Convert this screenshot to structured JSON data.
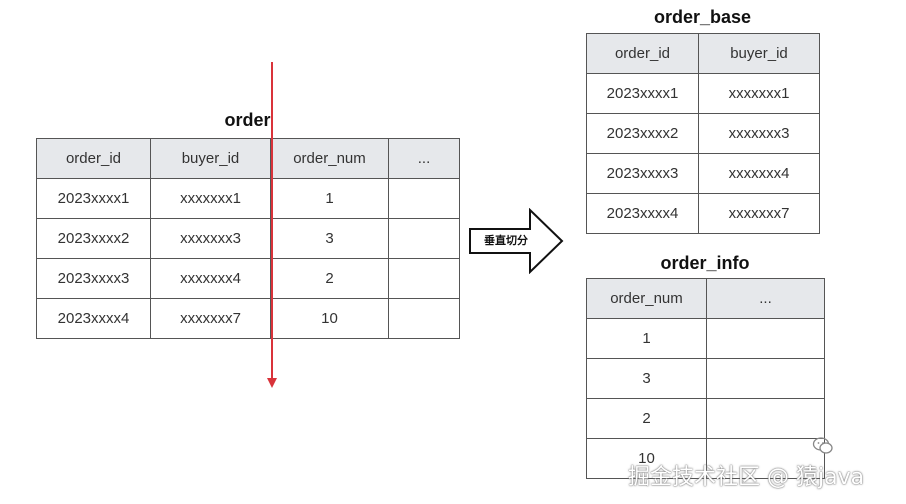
{
  "order": {
    "title": "order",
    "headers": [
      "order_id",
      "buyer_id",
      "order_num",
      "..."
    ],
    "rows": [
      [
        "2023xxxx1",
        "xxxxxxx1",
        "1",
        ""
      ],
      [
        "2023xxxx2",
        "xxxxxxx3",
        "3",
        ""
      ],
      [
        "2023xxxx3",
        "xxxxxxx4",
        "2",
        ""
      ],
      [
        "2023xxxx4",
        "xxxxxxx7",
        "10",
        ""
      ]
    ]
  },
  "split": {
    "label": "垂直切分",
    "line_color": "#d9333a"
  },
  "order_base": {
    "title": "order_base",
    "headers": [
      "order_id",
      "buyer_id"
    ],
    "rows": [
      [
        "2023xxxx1",
        "xxxxxxx1"
      ],
      [
        "2023xxxx2",
        "xxxxxxx3"
      ],
      [
        "2023xxxx3",
        "xxxxxxx4"
      ],
      [
        "2023xxxx4",
        "xxxxxxx7"
      ]
    ]
  },
  "order_info": {
    "title": "order_info",
    "headers": [
      "order_num",
      "..."
    ],
    "rows": [
      [
        "1",
        ""
      ],
      [
        "3",
        ""
      ],
      [
        "2",
        ""
      ],
      [
        "10",
        ""
      ]
    ]
  },
  "watermark": {
    "text": "掘金技术社区 @ 猿java",
    "icon": "wechat-icon"
  },
  "colors": {
    "header_bg": "#e6e8eb",
    "border": "#555555",
    "accent_red": "#d9333a"
  }
}
